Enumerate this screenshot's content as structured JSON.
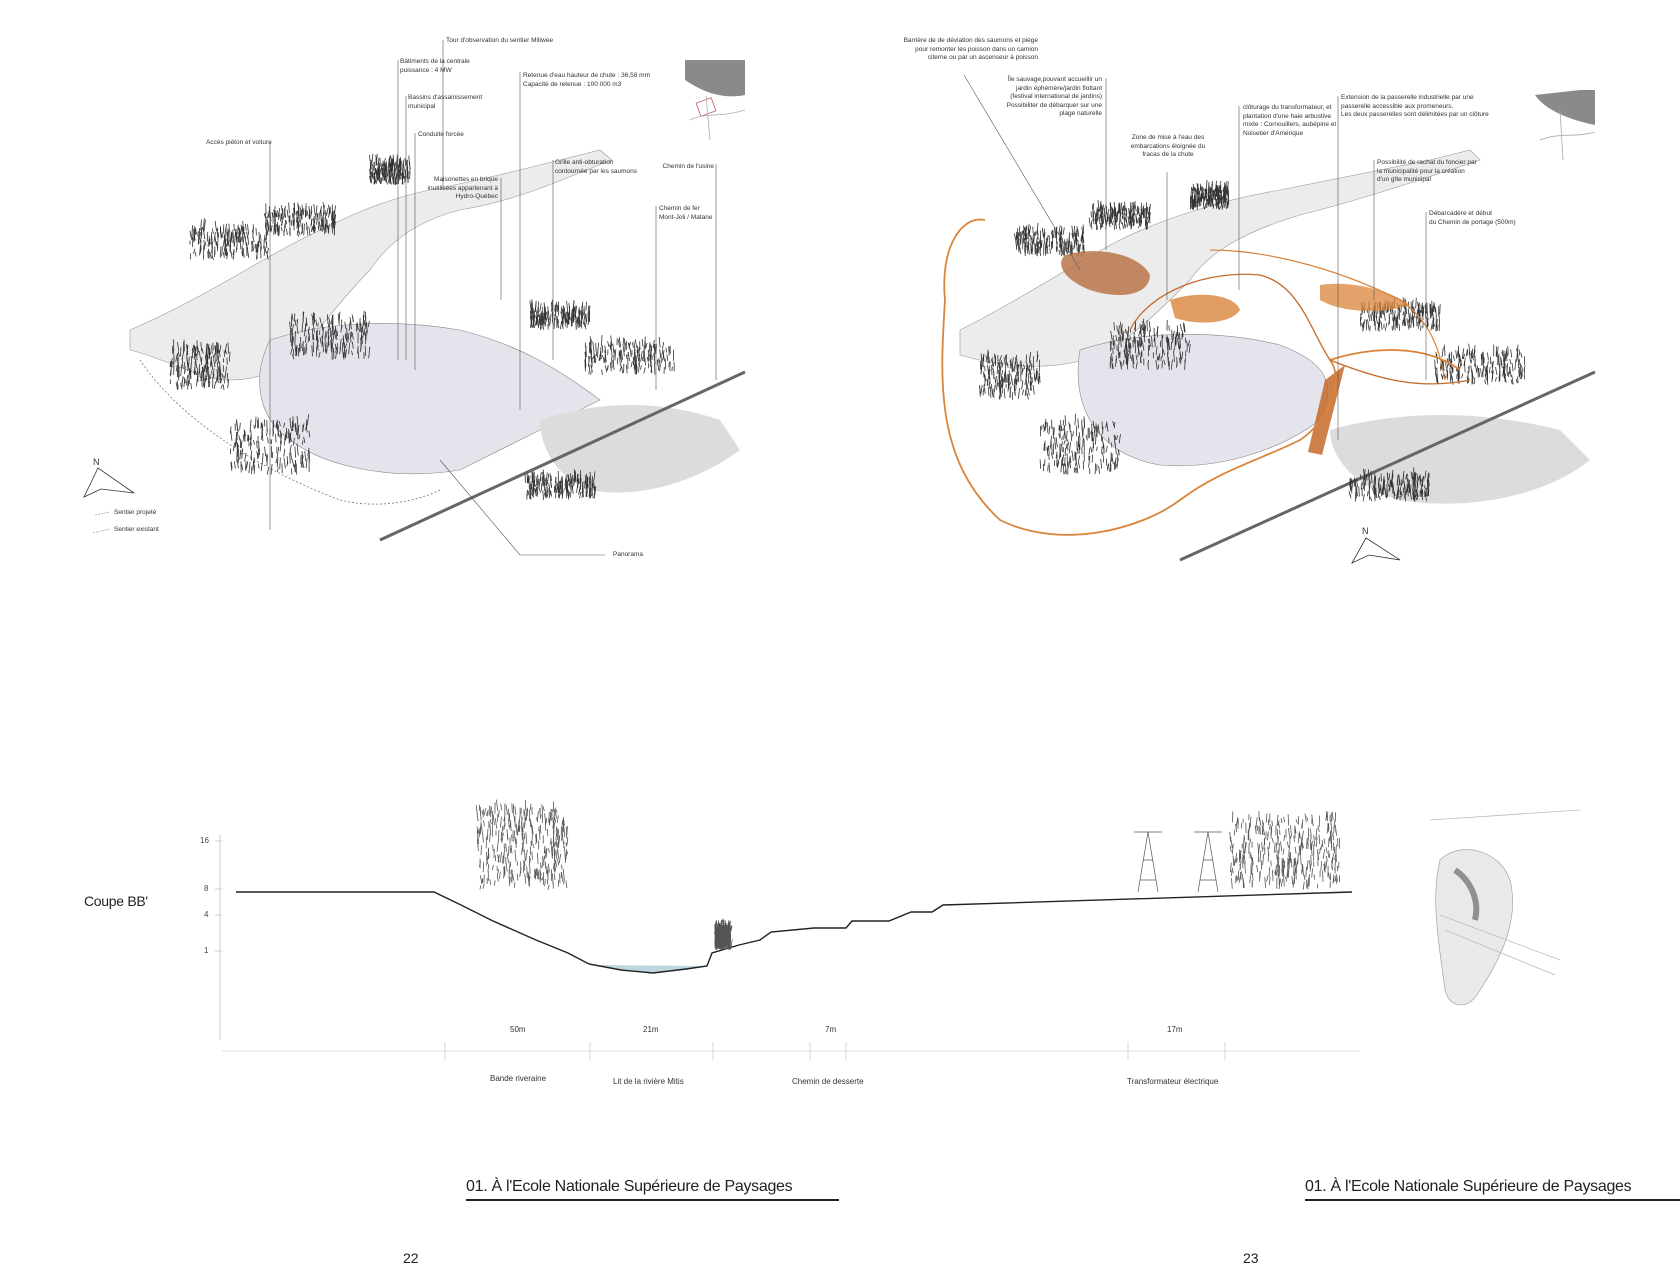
{
  "left_plan": {
    "labels": {
      "tour": "Tour d'observation du sentier Mitiwee",
      "batiments": "Bâtiments de la centrale\npuissance : 4 MW",
      "bassins": "Bassins d'assainissement\nmunicipal",
      "conduite": "Conduite forcée",
      "retenue": "Retenue d'eau hauteur de chute : 36,58 mm\nCapacité de retenue : 100 000  m3",
      "grille": "Grille anti-obturation\ncontournée par les saumons",
      "maisonettes": "Maisonettes en brique\ninutilisées appartenant à\nHydro-Québec",
      "chemin_usine": "Chemin de  l'usine",
      "chemin_fer": "Chemin de fer\nMont-Joli / Matane",
      "acces": "Accès piéton et voiture",
      "panorama": "Panorama"
    },
    "north": "N",
    "legend": [
      "Sentier projeté",
      "Sentier existant"
    ]
  },
  "right_plan": {
    "labels": {
      "barriere": "Barrière de de déviation des saumons et piège\npour remonter les poisson dans un camion\nciterne ou par un ascenseur à poisson",
      "ile": "Île sauvage,pouvant accueillir un\njardin éphémère/jardin flottant\n(festival international de jardins)\nPossibiliter de débarquer sur une\nplage naturelle",
      "zone": "Zone de mise à l'eau des\nembarcations éloignée du\nfracas de la chute",
      "cloturage": "clôturage du transformateur, et\nplantation d'une haie arbustive\nmixte : Cornouillers, aubépine et\nNoisetier d'Amérique",
      "extension": "Extension de la passerelle industrielle par une\npasserelle accessible aux promeneurs.\nLes deux passerelles sont délimitées par un clôture",
      "rachat": "Possibilité de rachat du foncier par\nla municipalité pour la création\nd'un gîte municipal",
      "debarcadere": "Débarcadère et début\ndu Chemin de portage (500m)"
    },
    "north": "N",
    "accent_color": "#d9843a"
  },
  "section": {
    "title": "Coupe BB'",
    "y_ticks": [
      "16",
      "8",
      "4",
      "1"
    ],
    "distances": [
      "50m",
      "21m",
      "7m",
      "17m"
    ],
    "zones": [
      "Bande riveraine",
      "Lit de la rivière Mitis",
      "Chemin de desserte",
      "Transformateur électrique"
    ]
  },
  "footer": {
    "left_title": "01. À l'Ecole Nationale Supérieure de Paysages",
    "right_title": "01. À l'Ecole Nationale Supérieure de Paysages",
    "left_page": "22",
    "right_page": "23"
  }
}
